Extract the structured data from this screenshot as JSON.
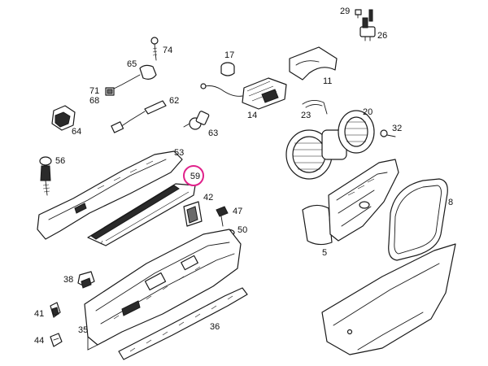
{
  "highlight": {
    "part_number": "59",
    "ring_color": "#e0218a"
  },
  "parts": [
    {
      "id": "29",
      "label": "29"
    },
    {
      "id": "26",
      "label": "26"
    },
    {
      "id": "74",
      "label": "74"
    },
    {
      "id": "65",
      "label": "65"
    },
    {
      "id": "17",
      "label": "17"
    },
    {
      "id": "11",
      "label": "11"
    },
    {
      "id": "71",
      "label": "71"
    },
    {
      "id": "68",
      "label": "68"
    },
    {
      "id": "62",
      "label": "62"
    },
    {
      "id": "14",
      "label": "14"
    },
    {
      "id": "64",
      "label": "64"
    },
    {
      "id": "63",
      "label": "63"
    },
    {
      "id": "23",
      "label": "23"
    },
    {
      "id": "20",
      "label": "20"
    },
    {
      "id": "32",
      "label": "32"
    },
    {
      "id": "56",
      "label": "56"
    },
    {
      "id": "53",
      "label": "53"
    },
    {
      "id": "42",
      "label": "42"
    },
    {
      "id": "47",
      "label": "47"
    },
    {
      "id": "50",
      "label": "50"
    },
    {
      "id": "8",
      "label": "8"
    },
    {
      "id": "5",
      "label": "5"
    },
    {
      "id": "38",
      "label": "38"
    },
    {
      "id": "41",
      "label": "41"
    },
    {
      "id": "35",
      "label": "35"
    },
    {
      "id": "36",
      "label": "36"
    },
    {
      "id": "44",
      "label": "44"
    }
  ],
  "colors": {
    "line": "#1a1a1a",
    "background": "#ffffff",
    "label": "#111111"
  }
}
